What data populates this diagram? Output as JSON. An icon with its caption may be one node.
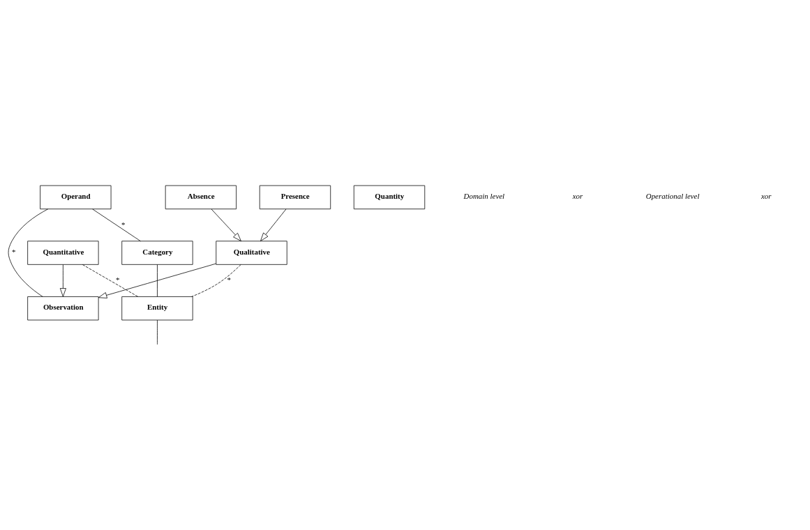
{
  "diagram": {
    "nodes": [
      {
        "text": [
          "Operand"
        ]
      },
      {
        "text": [
          "Category"
        ]
      },
      {
        "text": [
          "Presence"
        ]
      },
      {
        "text": [
          "Absence"
        ]
      },
      {
        "text": [
          "Qualitative"
        ]
      },
      {
        "text": [
          "Observation"
        ]
      },
      {
        "text": [
          "Entity"
        ]
      },
      {
        "text": [
          "Quantitative"
        ]
      },
      {
        "text": [
          "Quantity"
        ]
      }
    ],
    "edges": [
      {
        "from": 0,
        "to": 1,
        "arrow": "none",
        "label": "*"
      },
      {
        "from": 0,
        "to": 5,
        "arrow": "none",
        "label": "*"
      },
      {
        "from": 1,
        "to": 6,
        "arrow": "none"
      },
      {
        "from": 2,
        "to": 4,
        "arrow": "to"
      },
      {
        "from": 3,
        "to": 4,
        "arrow": "to"
      },
      {
        "from": 4,
        "to": 5,
        "arrow": "to"
      },
      {
        "from": 7,
        "to": 5,
        "arrow": "to"
      },
      {
        "from": 4,
        "to": 6,
        "arrow": "none",
        "style": "dashed",
        "label": "*"
      },
      {
        "from": 7,
        "to": 6,
        "arrow": "none",
        "style": "dashed",
        "label": "*"
      },
      {
        "from": 6,
        "to": null,
        "arrow": "none"
      }
    ],
    "labels": [
      "Domain level",
      "xor",
      "Operational level",
      "xor"
    ]
  }
}
